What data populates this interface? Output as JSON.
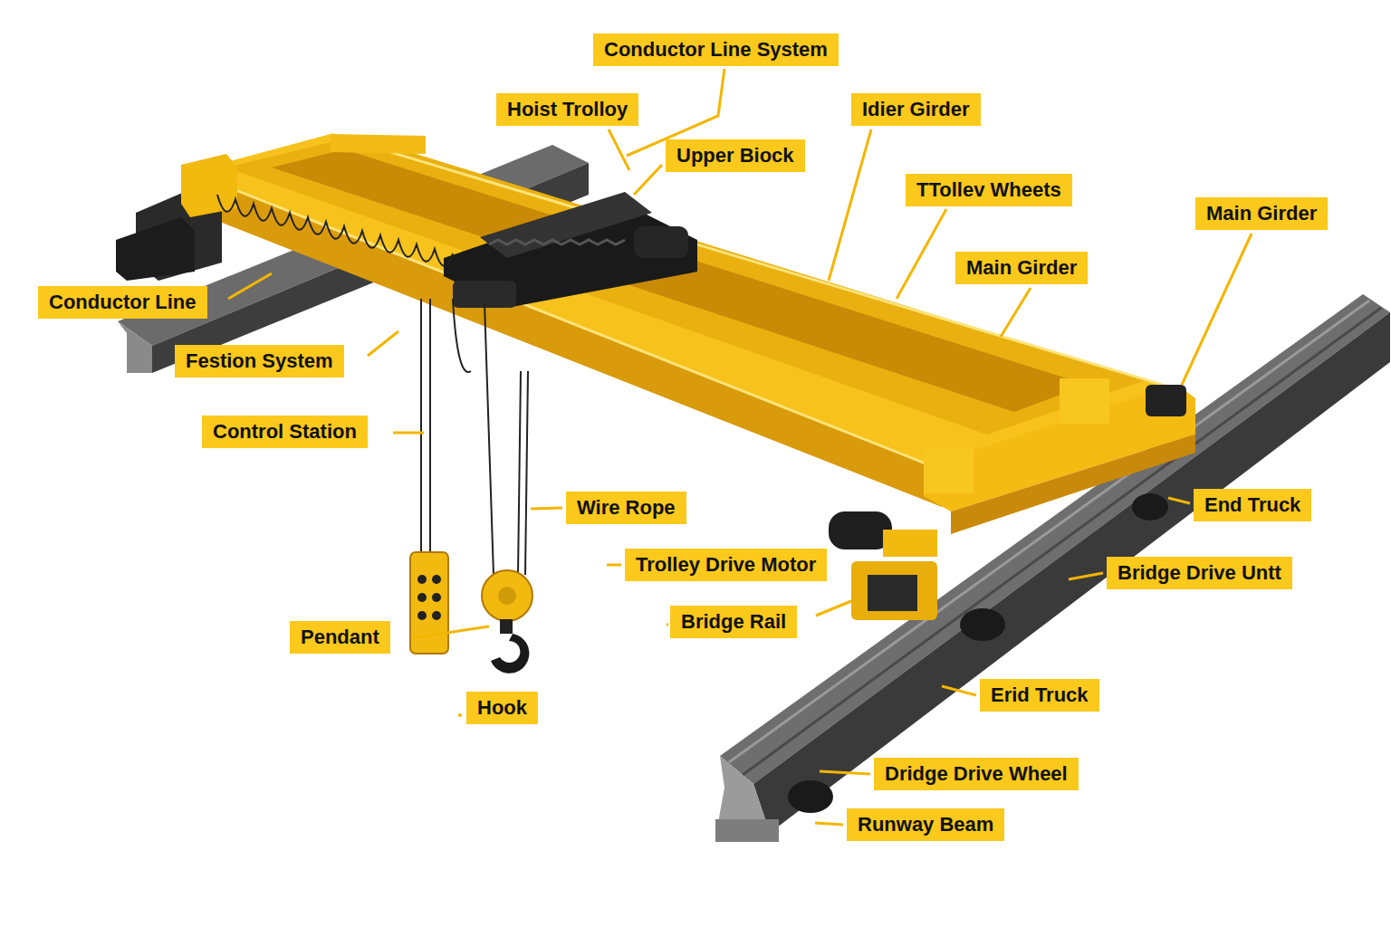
{
  "diagram": {
    "labels": [
      "Conductor Line System",
      "Hoist Trolloy",
      "Idier Girder",
      "Upper Biock",
      "TTollev Wheets",
      "Main Girder",
      "Main Girder",
      "Conductor Line",
      "Festion System",
      "Control Station",
      "End Truck",
      "Wire Rope",
      "Trolley Drive Motor",
      "Bridge Drive Untt",
      "Bridge Rail",
      "Pendant",
      "Erid Truck",
      "Hook",
      "Dridge Drive Wheel",
      "Runway Beam"
    ]
  }
}
